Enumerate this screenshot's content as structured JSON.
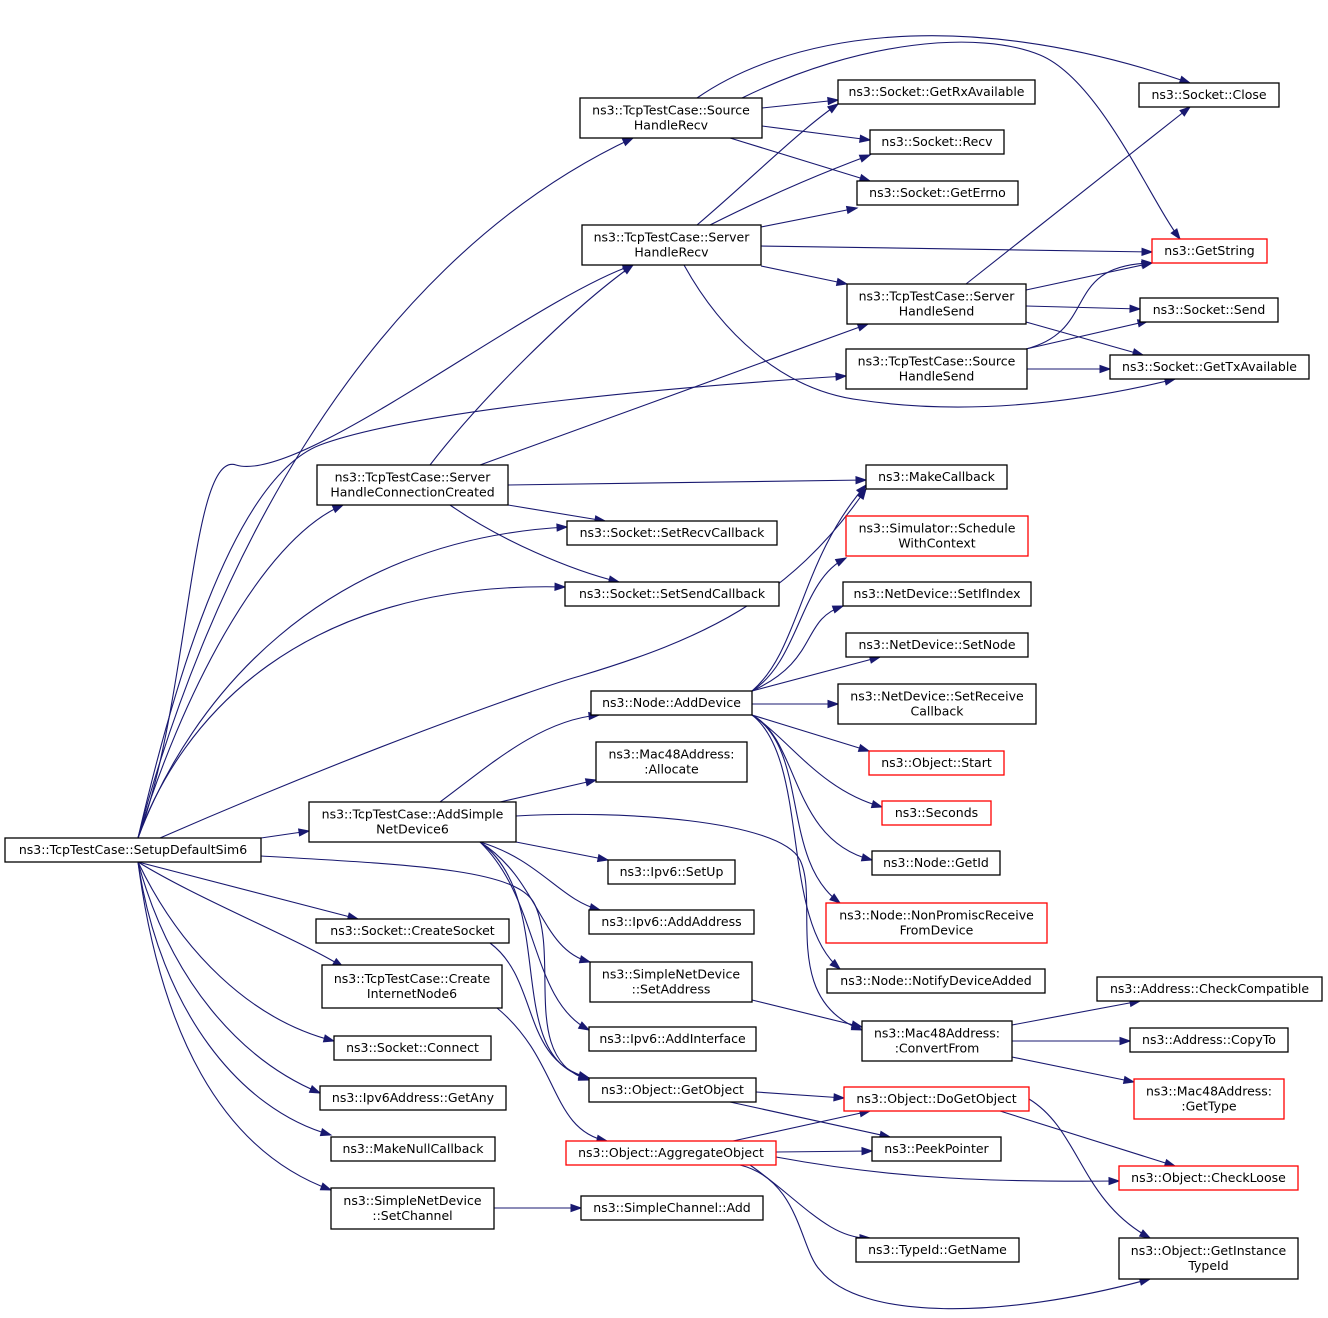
{
  "colors": {
    "edge": "#191970",
    "box_border": "#000000",
    "box_border_truncated": "#ff0000",
    "root_fill": "#bfbfbf",
    "box_fill": "#ffffff"
  },
  "nodes": [
    {
      "id": "root",
      "lines": [
        "ns3::TcpTestCase::SetupDefaultSim6"
      ],
      "style": "root"
    },
    {
      "id": "src_recv",
      "lines": [
        "ns3::TcpTestCase::Source",
        "HandleRecv"
      ],
      "style": "normal"
    },
    {
      "id": "srv_recv",
      "lines": [
        "ns3::TcpTestCase::Server",
        "HandleRecv"
      ],
      "style": "normal"
    },
    {
      "id": "getrx",
      "lines": [
        "ns3::Socket::GetRxAvailable"
      ],
      "style": "normal"
    },
    {
      "id": "recv",
      "lines": [
        "ns3::Socket::Recv"
      ],
      "style": "normal"
    },
    {
      "id": "geterrno",
      "lines": [
        "ns3::Socket::GetErrno"
      ],
      "style": "normal"
    },
    {
      "id": "close",
      "lines": [
        "ns3::Socket::Close"
      ],
      "style": "normal"
    },
    {
      "id": "getstring",
      "lines": [
        "ns3::GetString"
      ],
      "style": "truncated"
    },
    {
      "id": "srv_send",
      "lines": [
        "ns3::TcpTestCase::Server",
        "HandleSend"
      ],
      "style": "normal"
    },
    {
      "id": "src_send",
      "lines": [
        "ns3::TcpTestCase::Source",
        "HandleSend"
      ],
      "style": "normal"
    },
    {
      "id": "send",
      "lines": [
        "ns3::Socket::Send"
      ],
      "style": "normal"
    },
    {
      "id": "gettx",
      "lines": [
        "ns3::Socket::GetTxAvailable"
      ],
      "style": "normal"
    },
    {
      "id": "srv_conn",
      "lines": [
        "ns3::TcpTestCase::Server",
        "HandleConnectionCreated"
      ],
      "style": "normal"
    },
    {
      "id": "makecb",
      "lines": [
        "ns3::MakeCallback"
      ],
      "style": "normal"
    },
    {
      "id": "setrecvcb",
      "lines": [
        "ns3::Socket::SetRecvCallback"
      ],
      "style": "normal"
    },
    {
      "id": "setsendcb",
      "lines": [
        "ns3::Socket::SetSendCallback"
      ],
      "style": "normal"
    },
    {
      "id": "schedctx",
      "lines": [
        "ns3::Simulator::Schedule",
        "WithContext"
      ],
      "style": "truncated"
    },
    {
      "id": "setifindex",
      "lines": [
        "ns3::NetDevice::SetIfIndex"
      ],
      "style": "normal"
    },
    {
      "id": "setnode",
      "lines": [
        "ns3::NetDevice::SetNode"
      ],
      "style": "normal"
    },
    {
      "id": "setreceivecb",
      "lines": [
        "ns3::NetDevice::SetReceive",
        "Callback"
      ],
      "style": "normal"
    },
    {
      "id": "adddevice",
      "lines": [
        "ns3::Node::AddDevice"
      ],
      "style": "normal"
    },
    {
      "id": "objstart",
      "lines": [
        "ns3::Object::Start"
      ],
      "style": "truncated"
    },
    {
      "id": "seconds",
      "lines": [
        "ns3::Seconds"
      ],
      "style": "truncated"
    },
    {
      "id": "mac_alloc",
      "lines": [
        "ns3::Mac48Address:",
        ":Allocate"
      ],
      "style": "normal"
    },
    {
      "id": "addsimple",
      "lines": [
        "ns3::TcpTestCase::AddSimple",
        "NetDevice6"
      ],
      "style": "normal"
    },
    {
      "id": "nodegetid",
      "lines": [
        "ns3::Node::GetId"
      ],
      "style": "normal"
    },
    {
      "id": "ipv6setup",
      "lines": [
        "ns3::Ipv6::SetUp"
      ],
      "style": "normal"
    },
    {
      "id": "nonpromisc",
      "lines": [
        "ns3::Node::NonPromiscReceive",
        "FromDevice"
      ],
      "style": "truncated"
    },
    {
      "id": "ipv6addaddr",
      "lines": [
        "ns3::Ipv6::AddAddress"
      ],
      "style": "normal"
    },
    {
      "id": "createsocket",
      "lines": [
        "ns3::Socket::CreateSocket"
      ],
      "style": "normal"
    },
    {
      "id": "createinet",
      "lines": [
        "ns3::TcpTestCase::Create",
        "InternetNode6"
      ],
      "style": "normal"
    },
    {
      "id": "simplesetaddr",
      "lines": [
        "ns3::SimpleNetDevice",
        "::SetAddress"
      ],
      "style": "normal"
    },
    {
      "id": "notifydev",
      "lines": [
        "ns3::Node::NotifyDeviceAdded"
      ],
      "style": "normal"
    },
    {
      "id": "checkcompat",
      "lines": [
        "ns3::Address::CheckCompatible"
      ],
      "style": "normal"
    },
    {
      "id": "convertfrom",
      "lines": [
        "ns3::Mac48Address:",
        ":ConvertFrom"
      ],
      "style": "normal"
    },
    {
      "id": "copyto",
      "lines": [
        "ns3::Address::CopyTo"
      ],
      "style": "normal"
    },
    {
      "id": "ipv6addif",
      "lines": [
        "ns3::Ipv6::AddInterface"
      ],
      "style": "normal"
    },
    {
      "id": "connect",
      "lines": [
        "ns3::Socket::Connect"
      ],
      "style": "normal"
    },
    {
      "id": "mac_gettype",
      "lines": [
        "ns3::Mac48Address:",
        ":GetType"
      ],
      "style": "truncated"
    },
    {
      "id": "getobject",
      "lines": [
        "ns3::Object::GetObject"
      ],
      "style": "normal"
    },
    {
      "id": "dogetobject",
      "lines": [
        "ns3::Object::DoGetObject"
      ],
      "style": "truncated"
    },
    {
      "id": "getany",
      "lines": [
        "ns3::Ipv6Address::GetAny"
      ],
      "style": "normal"
    },
    {
      "id": "makenullcb",
      "lines": [
        "ns3::MakeNullCallback"
      ],
      "style": "normal"
    },
    {
      "id": "aggregate",
      "lines": [
        "ns3::Object::AggregateObject"
      ],
      "style": "truncated"
    },
    {
      "id": "peekptr",
      "lines": [
        "ns3::PeekPointer"
      ],
      "style": "normal"
    },
    {
      "id": "checkloose",
      "lines": [
        "ns3::Object::CheckLoose"
      ],
      "style": "truncated"
    },
    {
      "id": "setchannel",
      "lines": [
        "ns3::SimpleNetDevice",
        "::SetChannel"
      ],
      "style": "normal"
    },
    {
      "id": "chanadd",
      "lines": [
        "ns3::SimpleChannel::Add"
      ],
      "style": "normal"
    },
    {
      "id": "typegetname",
      "lines": [
        "ns3::TypeId::GetName"
      ],
      "style": "normal"
    },
    {
      "id": "getinsttype",
      "lines": [
        "ns3::Object::GetInstance",
        "TypeId"
      ],
      "style": "normal"
    }
  ],
  "edges": [
    [
      "root",
      "src_recv"
    ],
    [
      "root",
      "srv_recv"
    ],
    [
      "root",
      "src_send"
    ],
    [
      "root",
      "srv_conn"
    ],
    [
      "root",
      "setrecvcb"
    ],
    [
      "root",
      "setsendcb"
    ],
    [
      "root",
      "makecb"
    ],
    [
      "root",
      "addsimple"
    ],
    [
      "root",
      "getobject"
    ],
    [
      "root",
      "createsocket"
    ],
    [
      "root",
      "createinet"
    ],
    [
      "root",
      "connect"
    ],
    [
      "root",
      "getany"
    ],
    [
      "root",
      "makenullcb"
    ],
    [
      "root",
      "setchannel"
    ],
    [
      "src_recv",
      "getrx"
    ],
    [
      "src_recv",
      "recv"
    ],
    [
      "src_recv",
      "geterrno"
    ],
    [
      "src_recv",
      "close"
    ],
    [
      "src_recv",
      "getstring"
    ],
    [
      "srv_recv",
      "getrx"
    ],
    [
      "srv_recv",
      "recv"
    ],
    [
      "srv_recv",
      "geterrno"
    ],
    [
      "srv_recv",
      "getstring"
    ],
    [
      "srv_recv",
      "srv_send"
    ],
    [
      "srv_recv",
      "gettx"
    ],
    [
      "srv_send",
      "close"
    ],
    [
      "srv_send",
      "getstring"
    ],
    [
      "srv_send",
      "send"
    ],
    [
      "srv_send",
      "gettx"
    ],
    [
      "src_send",
      "getstring"
    ],
    [
      "src_send",
      "send"
    ],
    [
      "src_send",
      "gettx"
    ],
    [
      "srv_conn",
      "srv_recv"
    ],
    [
      "srv_conn",
      "srv_send"
    ],
    [
      "srv_conn",
      "makecb"
    ],
    [
      "srv_conn",
      "setrecvcb"
    ],
    [
      "srv_conn",
      "setsendcb"
    ],
    [
      "addsimple",
      "adddevice"
    ],
    [
      "addsimple",
      "mac_alloc"
    ],
    [
      "addsimple",
      "ipv6setup"
    ],
    [
      "addsimple",
      "ipv6addaddr"
    ],
    [
      "addsimple",
      "simplesetaddr"
    ],
    [
      "addsimple",
      "ipv6addif"
    ],
    [
      "addsimple",
      "getobject"
    ],
    [
      "addsimple",
      "convertfrom"
    ],
    [
      "adddevice",
      "makecb"
    ],
    [
      "adddevice",
      "schedctx"
    ],
    [
      "adddevice",
      "setifindex"
    ],
    [
      "adddevice",
      "setnode"
    ],
    [
      "adddevice",
      "setreceivecb"
    ],
    [
      "adddevice",
      "objstart"
    ],
    [
      "adddevice",
      "seconds"
    ],
    [
      "adddevice",
      "nodegetid"
    ],
    [
      "adddevice",
      "nonpromisc"
    ],
    [
      "adddevice",
      "notifydev"
    ],
    [
      "simplesetaddr",
      "convertfrom"
    ],
    [
      "convertfrom",
      "checkcompat"
    ],
    [
      "convertfrom",
      "copyto"
    ],
    [
      "convertfrom",
      "mac_gettype"
    ],
    [
      "createsocket",
      "getobject"
    ],
    [
      "createinet",
      "aggregate"
    ],
    [
      "getobject",
      "dogetobject"
    ],
    [
      "getobject",
      "peekptr"
    ],
    [
      "dogetobject",
      "checkloose"
    ],
    [
      "dogetobject",
      "getinsttype"
    ],
    [
      "aggregate",
      "dogetobject"
    ],
    [
      "aggregate",
      "peekptr"
    ],
    [
      "aggregate",
      "checkloose"
    ],
    [
      "aggregate",
      "typegetname"
    ],
    [
      "aggregate",
      "getinsttype"
    ],
    [
      "setchannel",
      "chanadd"
    ]
  ]
}
